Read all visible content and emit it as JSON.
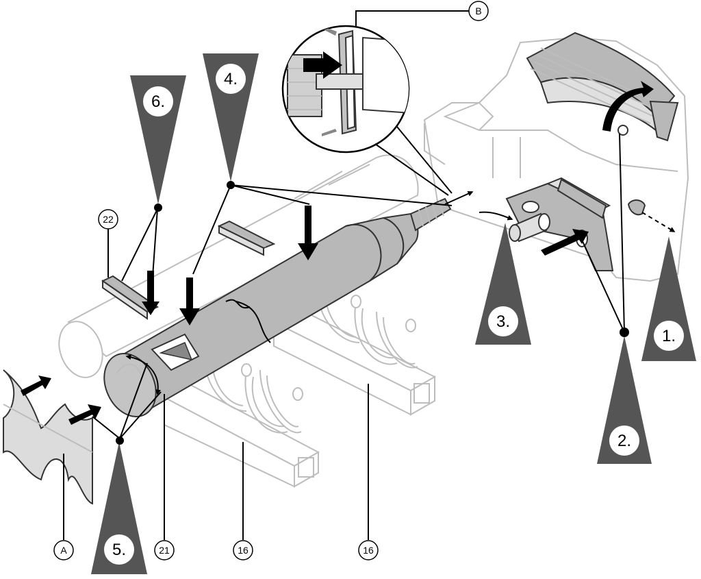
{
  "steps": [
    "1.",
    "2.",
    "3.",
    "4.",
    "5.",
    "6."
  ],
  "references": {
    "a": "A",
    "b": "B",
    "r16": "16",
    "r21": "21",
    "r22": "22"
  },
  "colors": {
    "callout": "#555555",
    "part": "#b8b8b8",
    "ghost": "#bdbdbd",
    "arrow": "#000000"
  }
}
